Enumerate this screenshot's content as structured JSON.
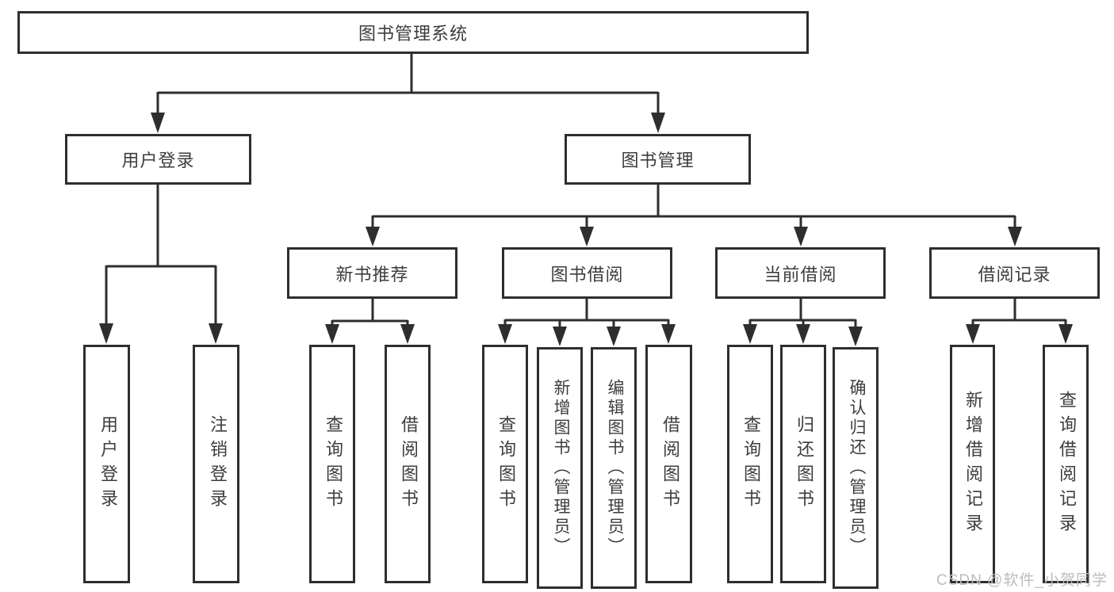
{
  "tree": {
    "root": {
      "label": "图书管理系统",
      "children": [
        {
          "label": "用户登录",
          "children": [
            {
              "label": "用户登录"
            },
            {
              "label": "注销登录"
            }
          ]
        },
        {
          "label": "图书管理",
          "children": [
            {
              "label": "新书推荐",
              "children": [
                {
                  "label": "查询图书"
                },
                {
                  "label": "借阅图书"
                }
              ]
            },
            {
              "label": "图书借阅",
              "children": [
                {
                  "label": "查询图书"
                },
                {
                  "label": "新增图书（管理员）"
                },
                {
                  "label": "编辑图书（管理员）"
                },
                {
                  "label": "借阅图书"
                }
              ]
            },
            {
              "label": "当前借阅",
              "children": [
                {
                  "label": "查询图书"
                },
                {
                  "label": "归还图书"
                },
                {
                  "label": "确认归还（管理员）"
                }
              ]
            },
            {
              "label": "借阅记录",
              "children": [
                {
                  "label": "新增借阅记录"
                },
                {
                  "label": "查询借阅记录"
                }
              ]
            }
          ]
        }
      ]
    }
  },
  "watermark": "CSDN @软件_小贺同学",
  "colors": {
    "line": "#2e2e2e",
    "text": "#3d3d3d",
    "background": "#ffffff",
    "watermark": "#bcbcbc"
  }
}
